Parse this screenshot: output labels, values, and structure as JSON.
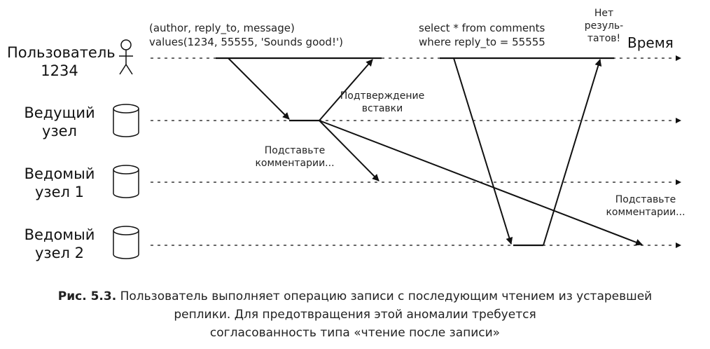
{
  "lanes": [
    {
      "lines": [
        "Пользователь",
        "1234"
      ]
    },
    {
      "lines": [
        "Ведущий",
        "узел"
      ]
    },
    {
      "lines": [
        "Ведомый",
        "узел 1"
      ]
    },
    {
      "lines": [
        "Ведомый",
        "узел 2"
      ]
    }
  ],
  "time_label": "Время",
  "notes": {
    "insert_sql": [
      "(author, reply_to, message)",
      "values(1234, 55555, 'Sounds good!')"
    ],
    "select_sql": [
      "select * from comments",
      "where reply_to = 55555"
    ],
    "no_results": [
      "Нет",
      "резуль-",
      "татов!"
    ],
    "insert_ack": [
      "Подтверждение",
      "вставки"
    ],
    "replicate_1": [
      "Подставьте",
      "комментарии..."
    ],
    "replicate_2": [
      "Подставьте",
      "комментарии..."
    ]
  },
  "caption": {
    "label": "Рис. 5.3.",
    "line1": " Пользователь выполняет операцию записи с последующим чтением из устаревшей",
    "line2": "реплики. Для предотвращения этой аномалии требуется",
    "line3": "согласованность типа «чтение после записи»"
  }
}
